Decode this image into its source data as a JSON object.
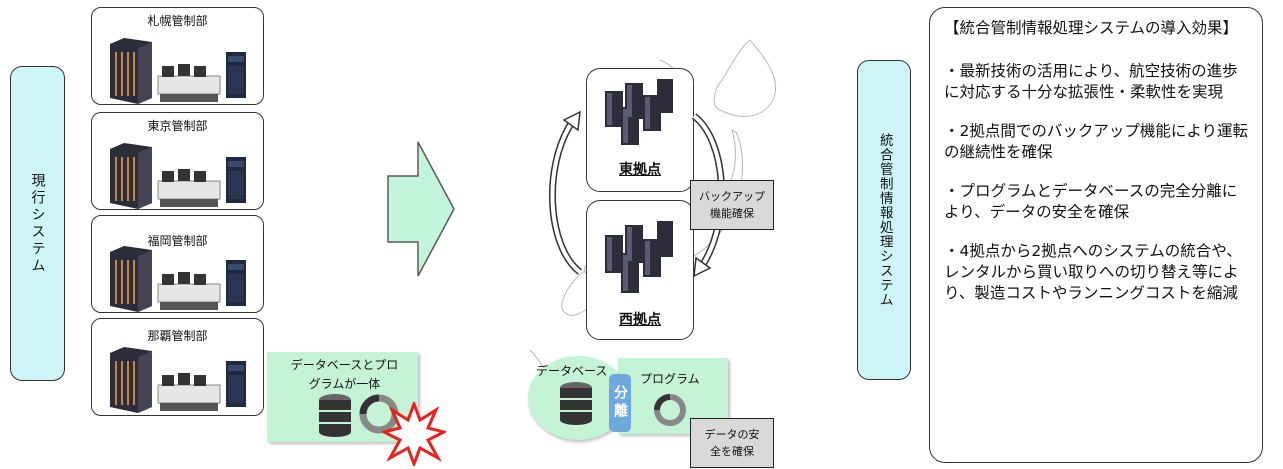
{
  "left_label": "現行システム",
  "right_label": "統合管制情報処理システム",
  "current_centers": [
    "札幌管制部",
    "東京管制部",
    "福岡管制部",
    "那覇管制部"
  ],
  "current_note": "データベースとプログラムが一体",
  "sites": {
    "east": "東拠点",
    "west": "西拠点"
  },
  "backup_box": "バックアップ機能確保",
  "new_db": {
    "database": "データベース",
    "separation": "分離",
    "program": "プログラム"
  },
  "data_safety_box": "データの安全を確保",
  "info": {
    "title": "【統合管制情報処理システムの導入効果】",
    "items": [
      "・最新技術の活用により、航空技術の進歩に対応する十分な拡張性・柔軟性を実現",
      "・2拠点間でのバックアップ機能により運転の継続性を確保",
      "・プログラムとデータベースの完全分離により、データの安全を確保",
      "・4拠点から2拠点へのシステムの統合や、レンタルから買い取りへの切り替え等により、製造コストやランニングコストを縮減"
    ]
  },
  "colors": {
    "label_bg": "#cdf4f6",
    "panel_green": "#c4f3d6",
    "arrow_fill": "#c3f5dd",
    "server_dark": "#2c2c3a",
    "server_accent": "#c0883a",
    "burst_red": "#e8211c"
  }
}
